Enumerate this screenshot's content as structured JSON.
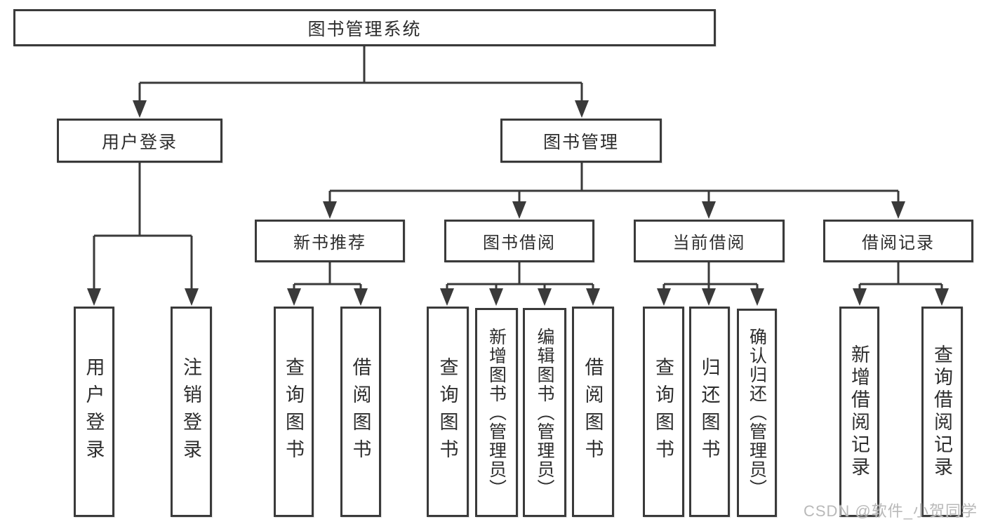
{
  "diagram": {
    "type": "hierarchy-tree",
    "root": {
      "label": "图书管理系统"
    },
    "level2": {
      "user_login": {
        "label": "用户登录"
      },
      "book_management": {
        "label": "图书管理"
      }
    },
    "level3": {
      "new_book_recommend": {
        "label": "新书推荐"
      },
      "book_borrowing": {
        "label": "图书借阅"
      },
      "current_borrowing": {
        "label": "当前借阅"
      },
      "borrowing_records": {
        "label": "借阅记录"
      }
    },
    "leaves": {
      "ul_login": {
        "label": "用户登录"
      },
      "ul_logout": {
        "label": "注销登录"
      },
      "nb_query": {
        "label": "查询图书"
      },
      "nb_borrow": {
        "label": "借阅图书"
      },
      "bb_query": {
        "label": "查询图书"
      },
      "bb_add": {
        "label": "新增图书（管理员）"
      },
      "bb_edit": {
        "label": "编辑图书（管理员）"
      },
      "bb_borrow": {
        "label": "借阅图书"
      },
      "cb_query": {
        "label": "查询图书"
      },
      "cb_return": {
        "label": "归还图书"
      },
      "cb_confirm": {
        "label": "确认归还（管理员）"
      },
      "br_add": {
        "label": "新增借阅记录"
      },
      "br_query": {
        "label": "查询借阅记录"
      }
    },
    "structure": {
      "图书管理系统": [
        "用户登录",
        "图书管理"
      ],
      "用户登录": [
        "用户登录",
        "注销登录"
      ],
      "图书管理": [
        "新书推荐",
        "图书借阅",
        "当前借阅",
        "借阅记录"
      ],
      "新书推荐": [
        "查询图书",
        "借阅图书"
      ],
      "图书借阅": [
        "查询图书",
        "新增图书（管理员）",
        "编辑图书（管理员）",
        "借阅图书"
      ],
      "当前借阅": [
        "查询图书",
        "归还图书",
        "确认归还（管理员）"
      ],
      "借阅记录": [
        "新增借阅记录",
        "查询借阅记录"
      ]
    }
  },
  "watermark": "CSDN @软件_小贺同学",
  "colors": {
    "background": "#ffffff",
    "box_border": "#3a3a3a",
    "connector": "#3a3a3a",
    "text": "#2d2d2d",
    "watermark": "#b9b9b9"
  }
}
